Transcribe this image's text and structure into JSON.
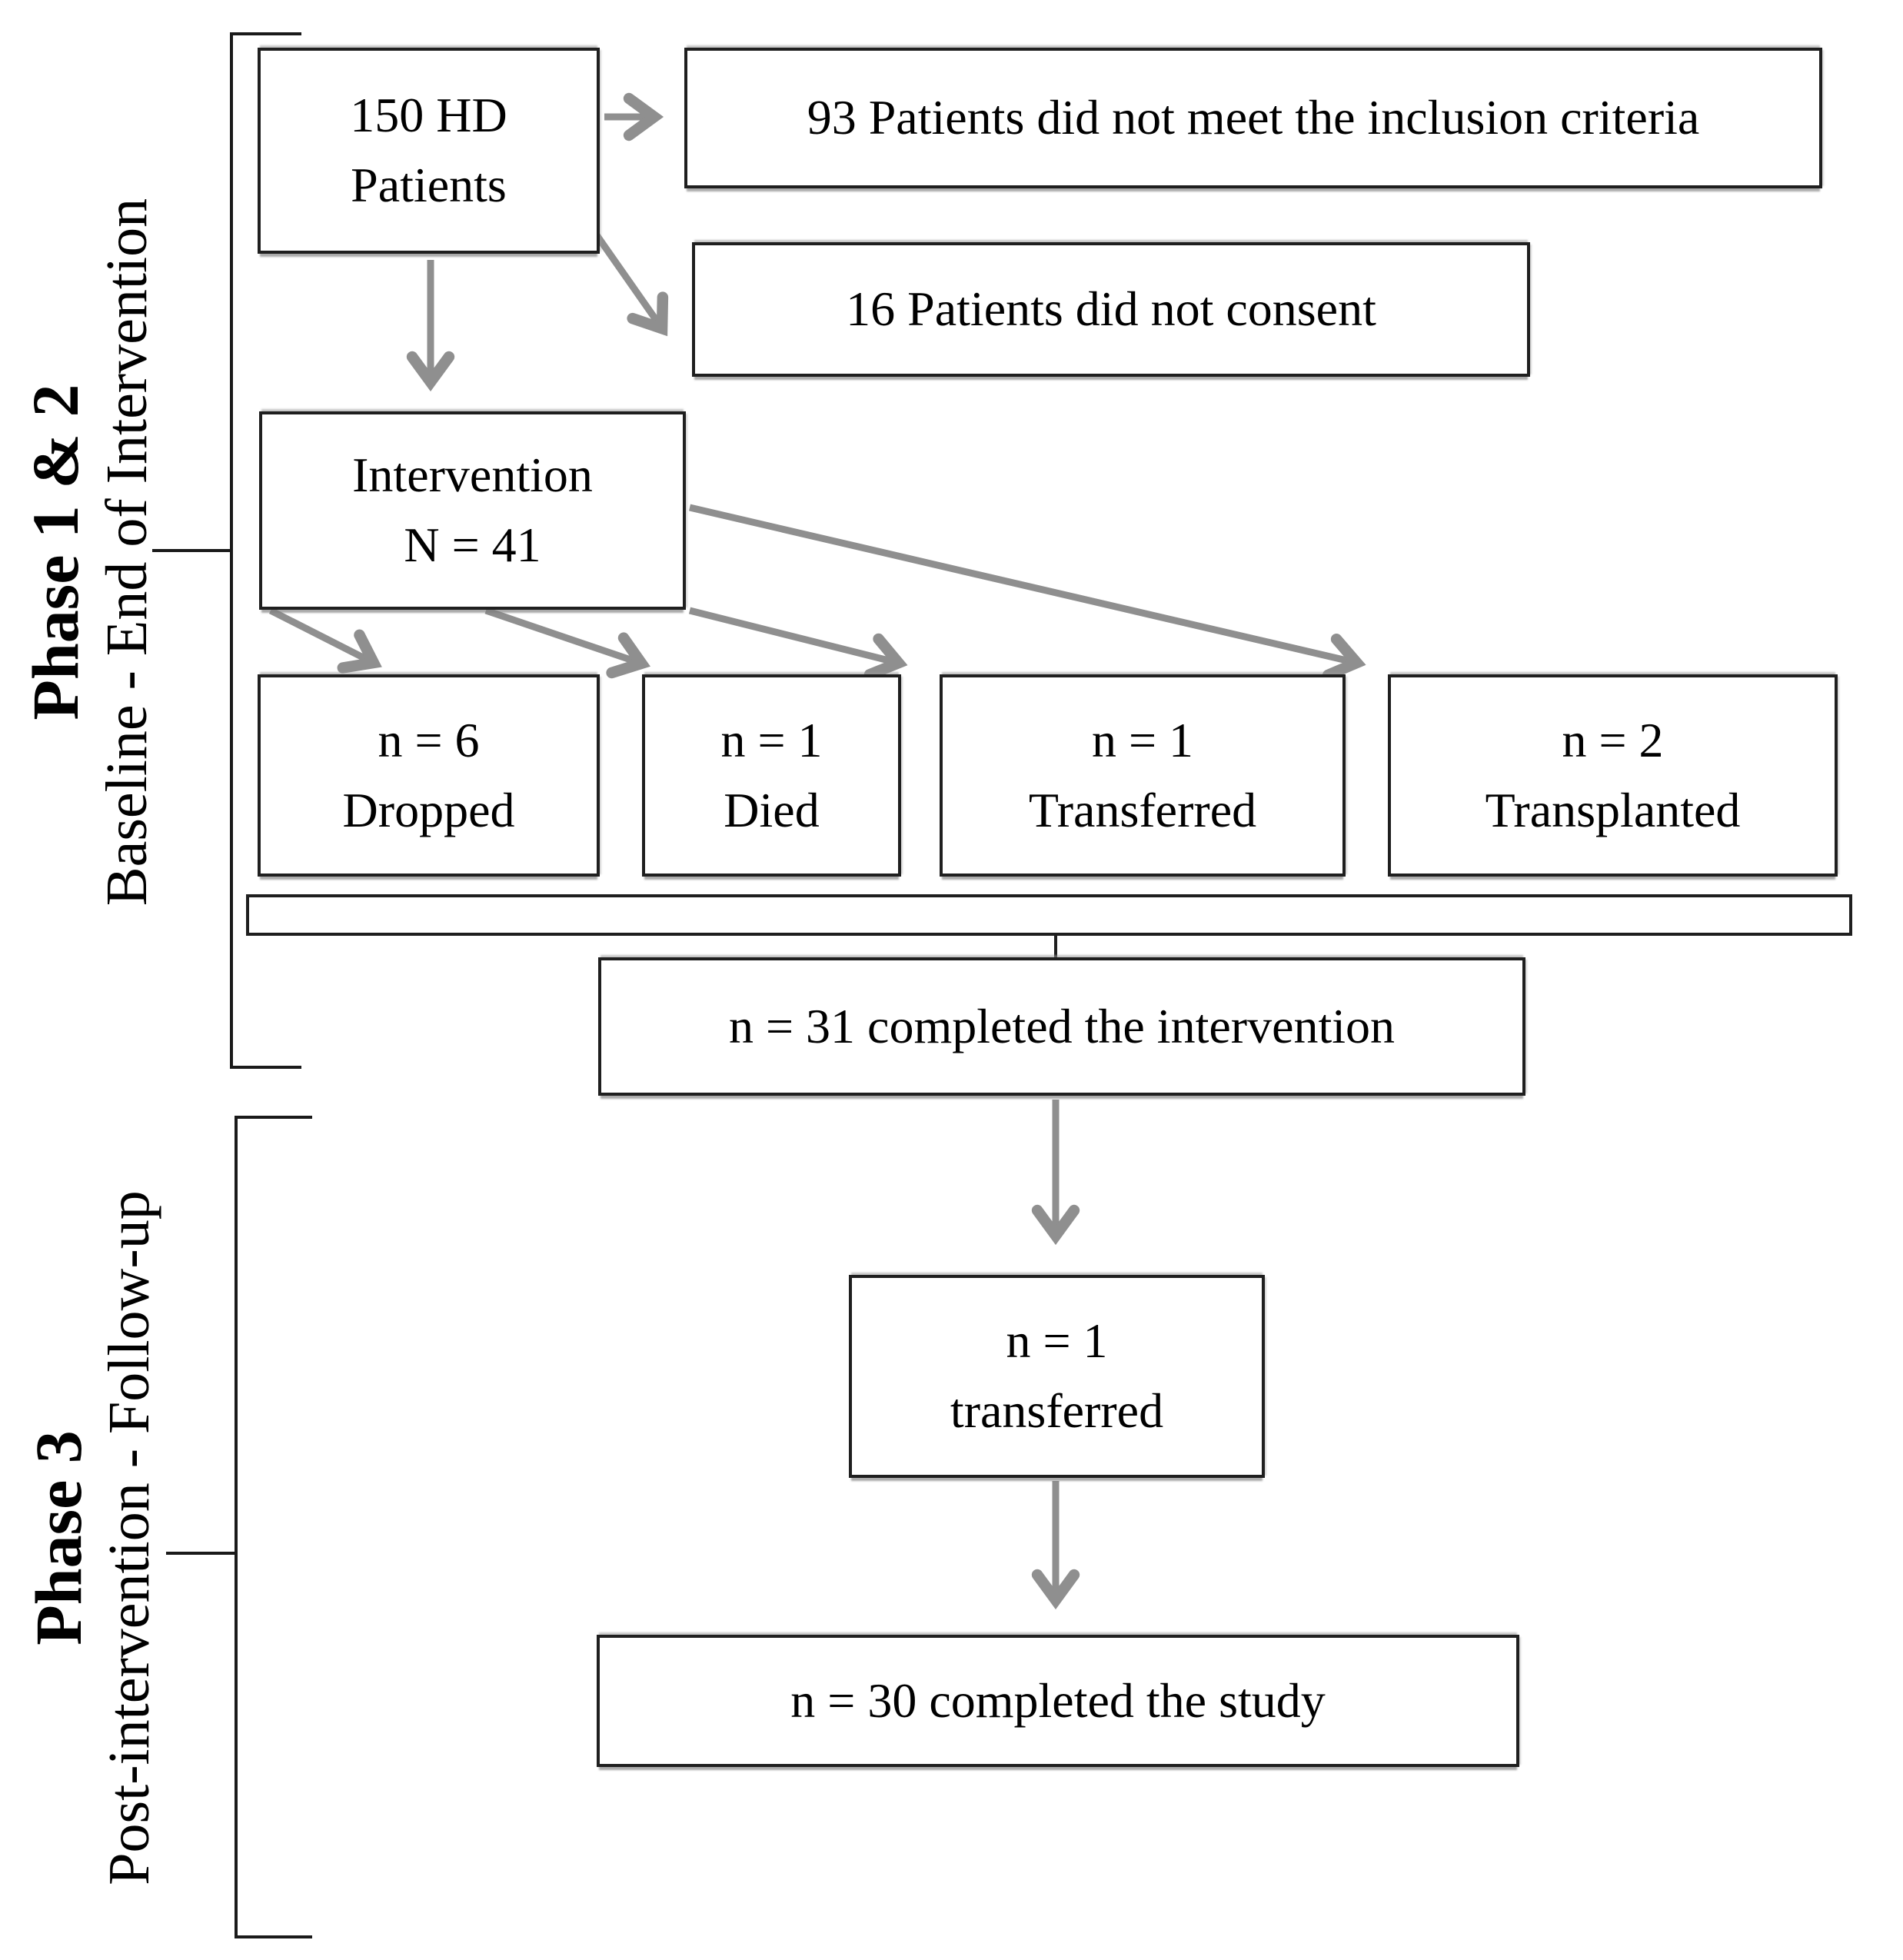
{
  "figure": {
    "type": "patient-flow-diagram",
    "phase12": {
      "title": "Phase 1 & 2",
      "subtitle": "Baseline - End of Intervention"
    },
    "phase3": {
      "title": "Phase 3",
      "subtitle": "Post-intervention - Follow-up"
    },
    "boxes": {
      "hd_patients": "150 HD\nPatients",
      "not_meet_criteria": "93 Patients did not meet the inclusion criteria",
      "not_consent": "16 Patients did not consent",
      "intervention": "Intervention\nN = 41",
      "dropped": "n = 6\nDropped",
      "died": "n = 1\nDied",
      "transferred": "n = 1\nTransferred",
      "transplanted": "n = 2\nTransplanted",
      "completed_intervention": "n = 31 completed the intervention",
      "transferred_followup": "n = 1\ntransferred",
      "completed_study": "n = 30 completed the study"
    },
    "colors": {
      "arrow": "#8f8f8f",
      "box_border": "#1f1f1f",
      "bracket": "#1a1a1a",
      "text": "#000000",
      "background": "#ffffff"
    }
  }
}
